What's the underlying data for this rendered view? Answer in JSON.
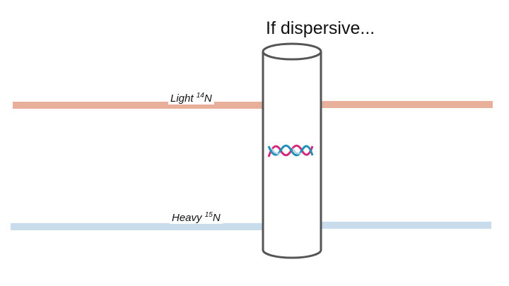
{
  "title": "If dispersive...",
  "bands": {
    "light": {
      "label": "Light",
      "isotope_mass": "14",
      "isotope_symbol": "N",
      "color": "#e8b09a"
    },
    "heavy": {
      "label": "Heavy",
      "isotope_mass": "15",
      "isotope_symbol": "N",
      "color": "#c9dcec"
    }
  },
  "tube": {
    "outline_color": "#555555"
  },
  "dna_icon": {
    "name": "dna-helix-icon",
    "colors": [
      "#d6287a",
      "#1f8fb8",
      "#a9cde6"
    ]
  }
}
